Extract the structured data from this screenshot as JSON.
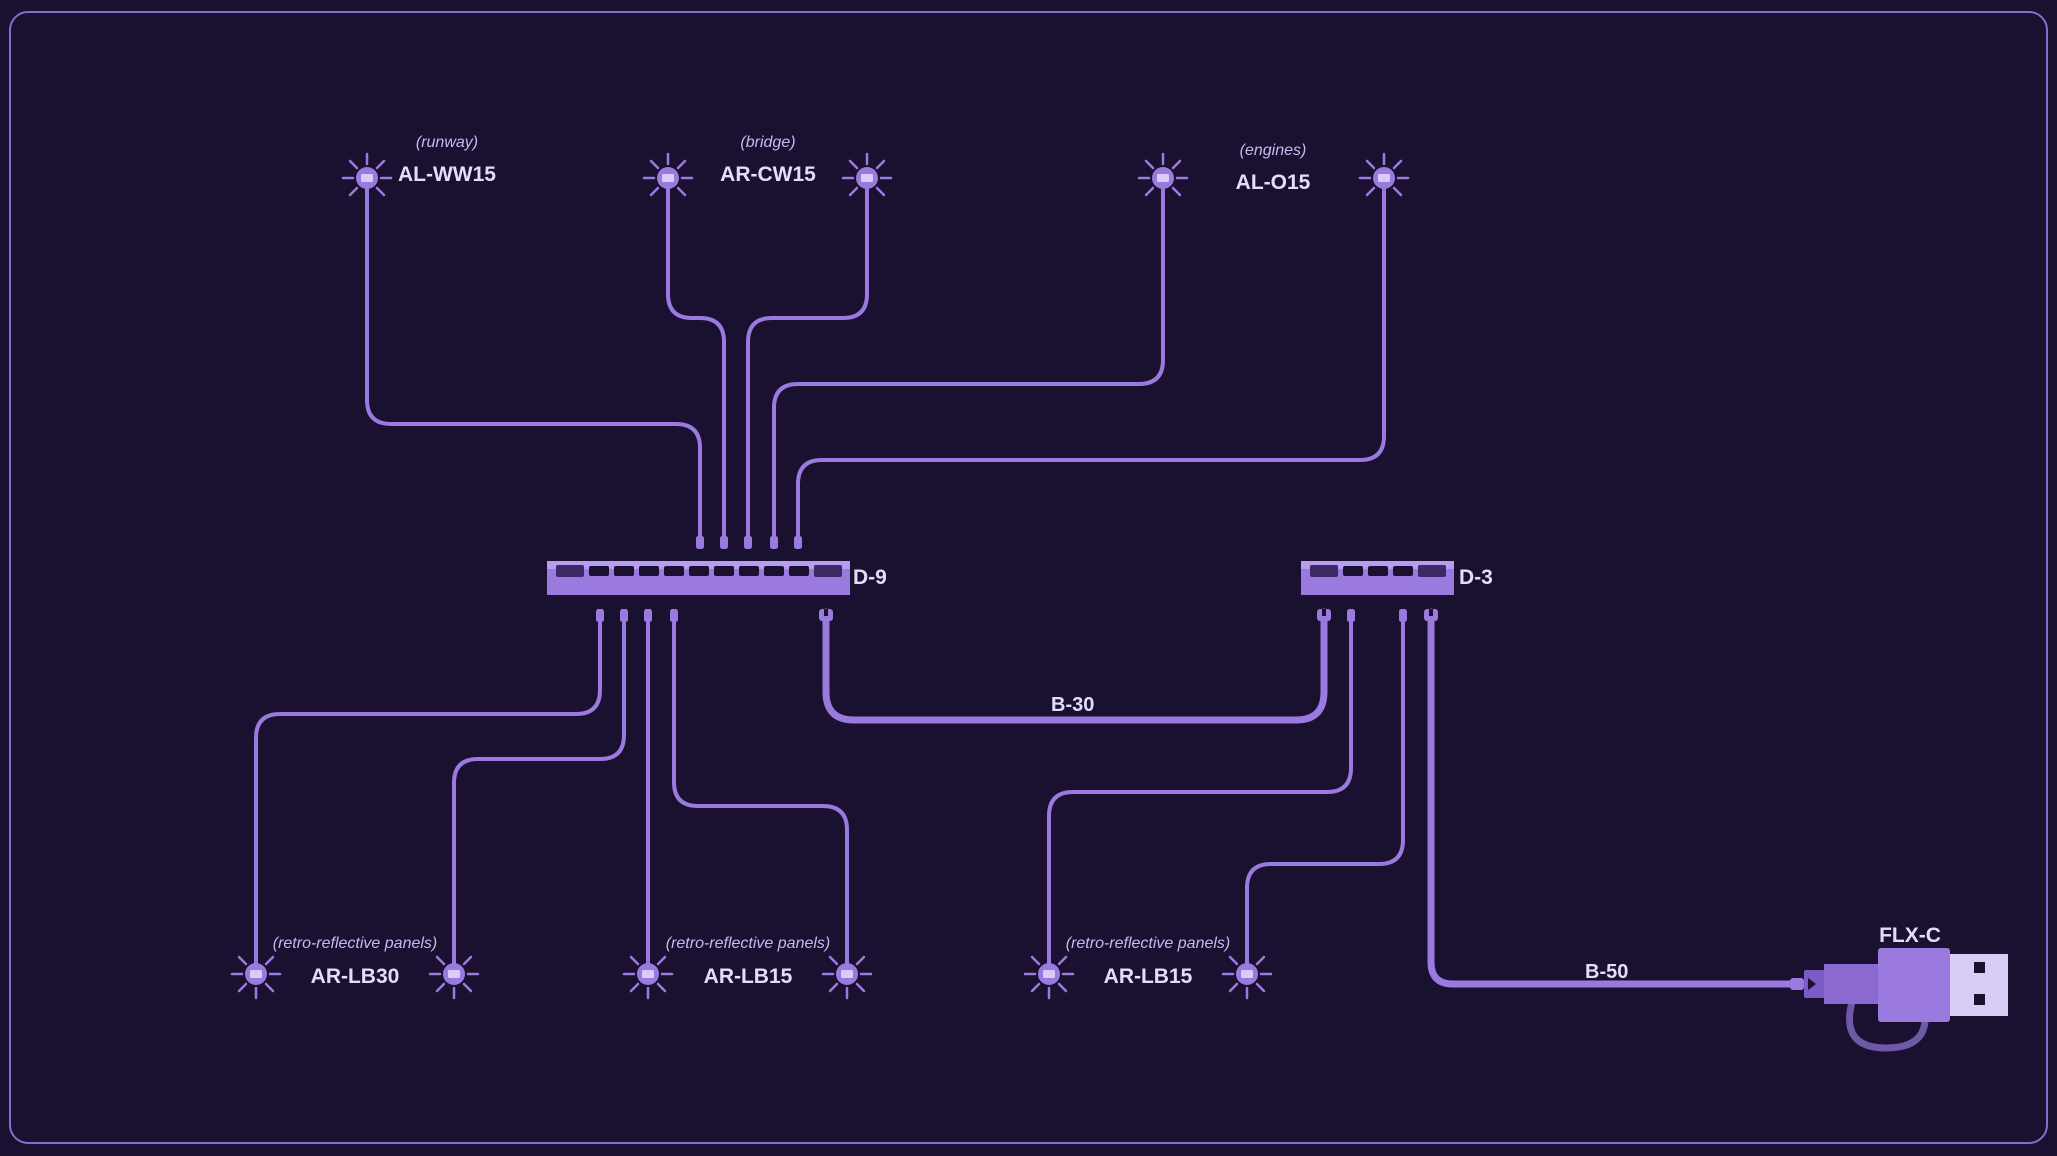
{
  "colors": {
    "background": "#1a1030",
    "accent": "#9b7ae0",
    "frame": "#8a6ad0",
    "text": "#e6dcfa"
  },
  "fixtures": {
    "runway": {
      "model": "AL-WW15",
      "caption": "(runway)"
    },
    "bridge": {
      "model": "AR-CW15",
      "caption": "(bridge)"
    },
    "engines": {
      "model": "AL-O15",
      "caption": "(engines)"
    },
    "panels1": {
      "model": "AR-LB30",
      "caption": "(retro-reflective panels)"
    },
    "panels2": {
      "model": "AR-LB15",
      "caption": "(retro-reflective panels)"
    },
    "panels3": {
      "model": "AR-LB15",
      "caption": "(retro-reflective panels)"
    }
  },
  "distributors": {
    "d9": "D-9",
    "d3": "D-3"
  },
  "cables": {
    "b30": "B-30",
    "b50": "B-50"
  },
  "controller": {
    "label": "FLX-C"
  }
}
